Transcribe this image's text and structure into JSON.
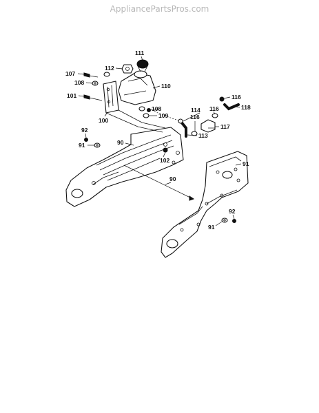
{
  "watermark": "AppliancePartsPros.com",
  "callouts": {
    "c111": "111",
    "c112": "112",
    "c107": "107",
    "c108a": "108",
    "c110": "110",
    "c101": "101",
    "c108b": "108",
    "c109": "109",
    "c100": "100",
    "c116a": "116",
    "c118": "118",
    "c114": "114",
    "c116b": "116",
    "c116c": "116",
    "c117": "117",
    "c113": "113",
    "c92a": "92",
    "c91a": "91",
    "c90a": "90",
    "c102": "102",
    "c91b": "91",
    "c90b": "90",
    "c92b": "92",
    "c91c": "91"
  }
}
